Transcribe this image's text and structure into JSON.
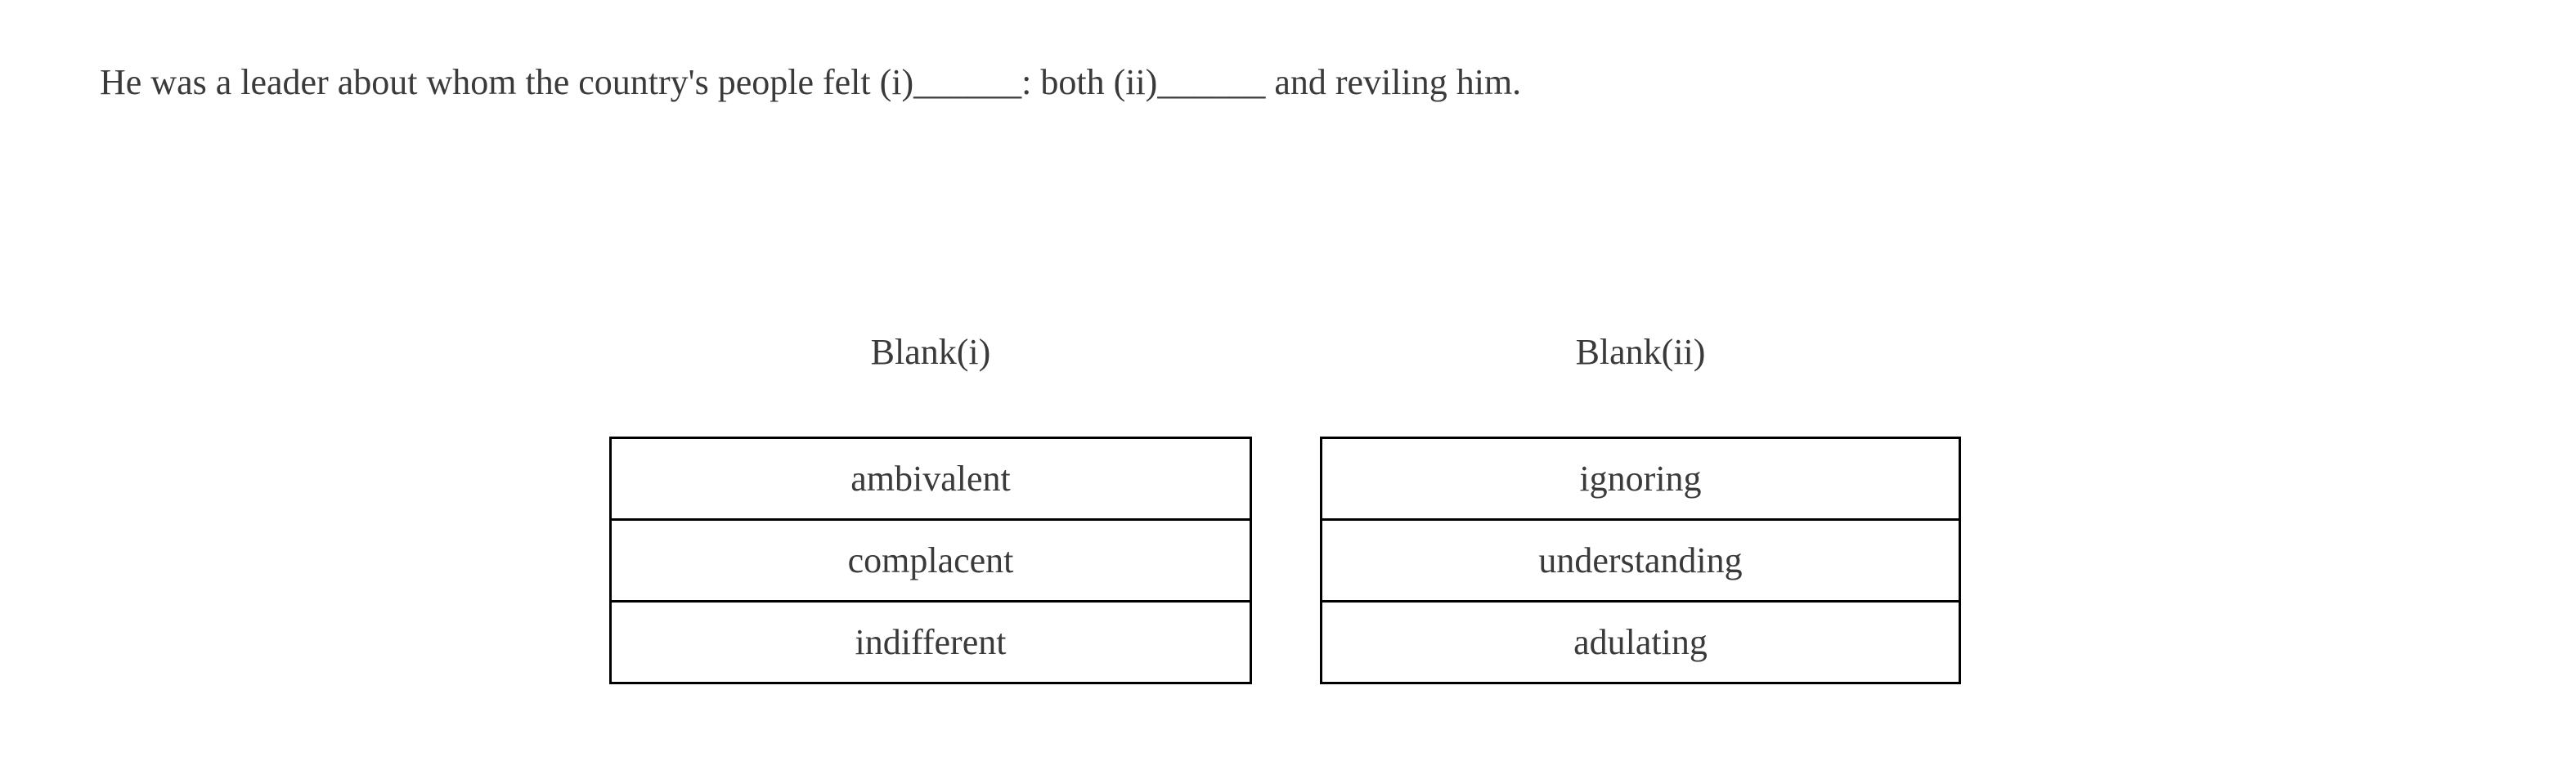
{
  "question": {
    "text": "He was a leader about whom the country's people felt (i)______: both (ii)______ and reviling him."
  },
  "blanks": [
    {
      "label": "Blank(i)",
      "options": [
        "ambivalent",
        "complacent",
        "indifferent"
      ]
    },
    {
      "label": "Blank(ii)",
      "options": [
        "ignoring",
        "understanding",
        "adulating"
      ]
    }
  ],
  "colors": {
    "background": "#ffffff",
    "text": "#3a3a3a",
    "table_border": "#000000"
  }
}
